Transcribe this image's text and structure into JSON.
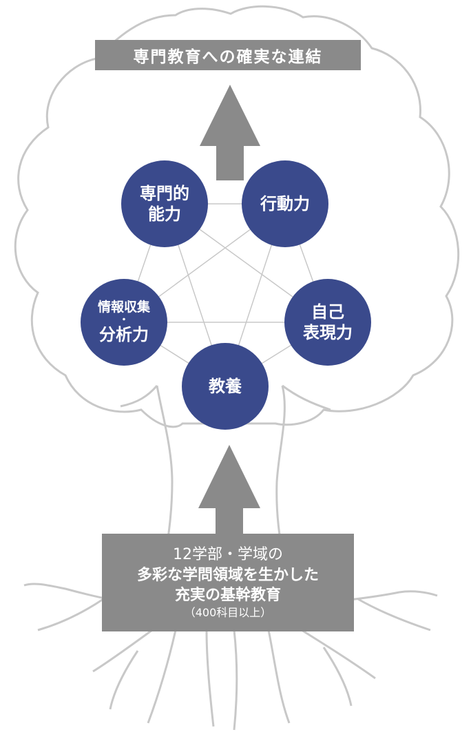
{
  "top_banner": {
    "text": "専門教育への確実な連結"
  },
  "nodes": {
    "senmon": {
      "line1": "専門的",
      "line2": "能力"
    },
    "kodo": {
      "label": "行動力"
    },
    "jiko": {
      "line1": "自己",
      "line2": "表現力"
    },
    "kyoyo": {
      "label": "教養"
    },
    "joho": {
      "line1": "情報収集",
      "dot": "・",
      "line2": "分析力"
    }
  },
  "bottom_box": {
    "line1": "12学部・学域の",
    "line2": "多彩な学問領域を生かした",
    "line3": "充実の基幹教育",
    "line4": "（400科目以上）"
  },
  "colors": {
    "node": "#3a4a8c",
    "box": "#8a8a8a",
    "outline": "#c8c8c8",
    "arrow": "#8a8a8a"
  }
}
